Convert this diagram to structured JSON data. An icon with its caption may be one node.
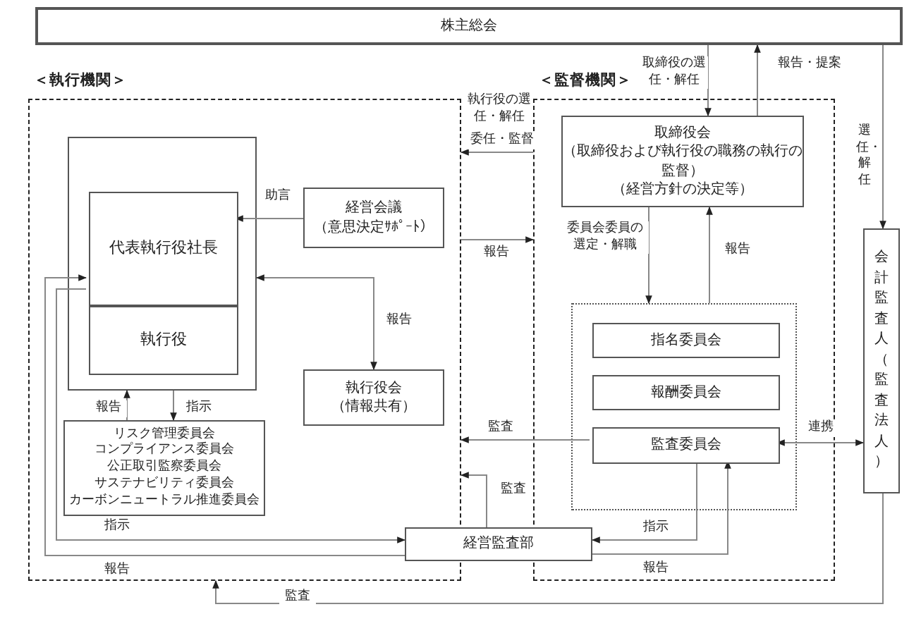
{
  "diagram": {
    "nodes": [
      {
        "text": [
          "株主総会"
        ]
      },
      {
        "text": [
          "＜執行機関＞"
        ]
      },
      {
        "text": [],
        "shape": "box",
        "in": 1
      },
      {
        "text": [
          "代表執行役社長"
        ],
        "in": 2
      },
      {
        "text": [
          "執行役"
        ],
        "in": 2
      },
      {
        "text": [
          "経営会議",
          "（意思決定ｻﾎﾟｰﾄ）"
        ],
        "in": 1
      },
      {
        "text": [
          "執行役会",
          "（情報共有）"
        ],
        "in": 1
      },
      {
        "text": [
          "リスク管理委員会",
          "コンプライアンス委員会",
          "公正取引監察委員会",
          "サステナビリティ委員会",
          "カーボンニュートラル推進委員会"
        ],
        "in": 1
      },
      {
        "text": [
          "＜監督機関＞"
        ]
      },
      {
        "text": [
          "取締役会",
          "（取締役および執行役の職務の執行の監督）",
          "（経営方針の決定等）"
        ],
        "in": 8
      },
      {
        "text": [],
        "shape": "box",
        "in": 8
      },
      {
        "text": [
          "指名委員会"
        ],
        "in": 10
      },
      {
        "text": [
          "報酬委員会"
        ],
        "in": 10
      },
      {
        "text": [
          "監査委員会"
        ],
        "in": 10
      },
      {
        "text": [
          "経営監査部"
        ]
      },
      {
        "text": [
          "会計監査人（監査法人）"
        ]
      }
    ],
    "edges": [
      {
        "from": 0,
        "to": 9,
        "arrow": "to",
        "label": "取締役の選任・解任"
      },
      {
        "from": 9,
        "to": 0,
        "arrow": "to",
        "label": "報告・提案"
      },
      {
        "from": 0,
        "to": 15,
        "arrow": "to",
        "label": "選任・解任"
      },
      {
        "from": 8,
        "to": 1,
        "arrow": "to",
        "label": "執行役の選任・解任"
      },
      {
        "from": 1,
        "to": 8,
        "arrow": "to",
        "label": "報告"
      },
      {
        "from": 5,
        "to": 3,
        "arrow": "to",
        "label": "助言"
      },
      {
        "from": 6,
        "to": 2,
        "arrow": "both",
        "label": "報告"
      },
      {
        "from": 7,
        "to": 2,
        "arrow": "to",
        "label": "報告"
      },
      {
        "from": 2,
        "to": 7,
        "arrow": "to",
        "label": "指示"
      },
      {
        "from": 3,
        "to": 14,
        "arrow": "to",
        "label": "指示"
      },
      {
        "from": 14,
        "to": 3,
        "arrow": "to",
        "label": "報告"
      },
      {
        "from": 9,
        "to": 10,
        "arrow": "to",
        "label": "委員会委員の選定・解職"
      },
      {
        "from": 10,
        "to": 9,
        "arrow": "to",
        "label": "報告"
      },
      {
        "from": 13,
        "to": 1,
        "arrow": "to",
        "label": "監査"
      },
      {
        "from": 14,
        "to": 1,
        "arrow": "to",
        "label": "監査"
      },
      {
        "from": 13,
        "to": 15,
        "arrow": "both",
        "label": "連携"
      },
      {
        "from": 13,
        "to": 14,
        "arrow": "to",
        "label": "指示"
      },
      {
        "from": 14,
        "to": 13,
        "arrow": "to",
        "label": "報告"
      },
      {
        "from": 15,
        "to": 1,
        "arrow": "to",
        "label": "監査"
      }
    ],
    "labels": [
      "委任・監督"
    ]
  }
}
